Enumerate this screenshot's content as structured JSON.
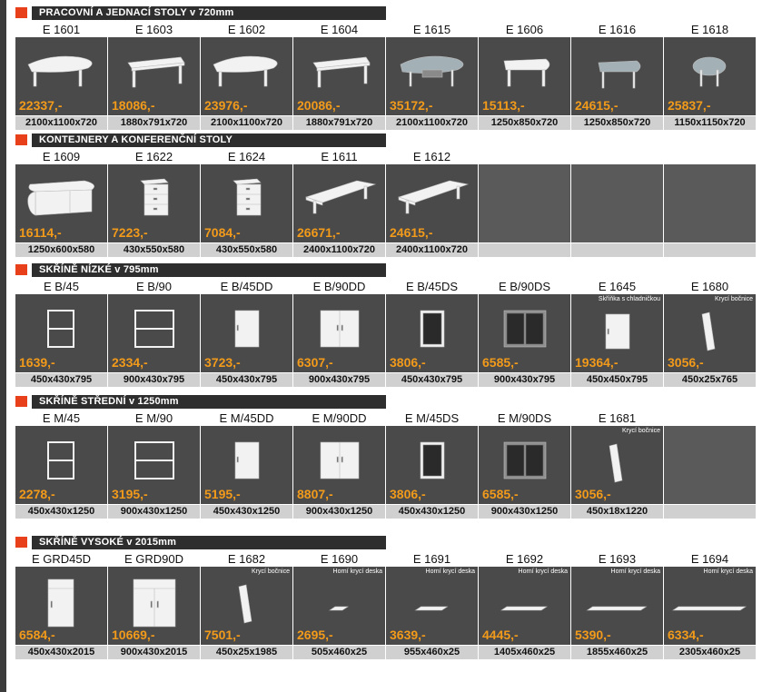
{
  "colors": {
    "accent": "#e8401a",
    "price": "#f29a1a",
    "tile": "#4a4a4a",
    "header_bar": "#2e2e2e"
  },
  "sections": [
    {
      "title": "PRACOVNÍ A JEDNACÍ STOLY v 720mm",
      "items": [
        {
          "code": "E 1601",
          "price": "22337,-",
          "dims": "2100x1100x720",
          "icon": "desk-curved-icon"
        },
        {
          "code": "E 1603",
          "price": "18086,-",
          "dims": "1880x791x720",
          "icon": "desk-icon"
        },
        {
          "code": "E 1602",
          "price": "23976,-",
          "dims": "2100x1100x720",
          "icon": "desk-curved-icon"
        },
        {
          "code": "E 1604",
          "price": "20086,-",
          "dims": "1880x791x720",
          "icon": "desk-icon"
        },
        {
          "code": "E 1615",
          "price": "35172,-",
          "dims": "2100x1100x720",
          "icon": "glass-desk-icon"
        },
        {
          "code": "E 1606",
          "price": "15113,-",
          "dims": "1250x850x720",
          "icon": "table-icon"
        },
        {
          "code": "E 1616",
          "price": "24615,-",
          "dims": "1250x850x720",
          "icon": "glass-table-icon"
        },
        {
          "code": "E 1618",
          "price": "25837,-",
          "dims": "1150x1150x720",
          "icon": "glass-round-table-icon"
        }
      ]
    },
    {
      "title": "KONTEJNERY A KONFERENČNÍ STOLY",
      "items": [
        {
          "code": "E 1609",
          "price": "16114,-",
          "dims": "1250x600x580",
          "icon": "sideboard-icon"
        },
        {
          "code": "E 1622",
          "price": "7223,-",
          "dims": "430x550x580",
          "icon": "drawer-container-icon"
        },
        {
          "code": "E 1624",
          "price": "7084,-",
          "dims": "430x550x580",
          "icon": "drawer-container-icon"
        },
        {
          "code": "E 1611",
          "price": "26671,-",
          "dims": "2400x1100x720",
          "icon": "conference-table-icon"
        },
        {
          "code": "E 1612",
          "price": "24615,-",
          "dims": "2400x1100x720",
          "icon": "conference-table-icon"
        }
      ]
    },
    {
      "title": "SKŘÍNĚ NÍZKÉ   v 795mm",
      "items": [
        {
          "code": "E B/45",
          "price": "1639,-",
          "dims": "450x430x795",
          "icon": "open-shelf-icon"
        },
        {
          "code": "E B/90",
          "price": "2334,-",
          "dims": "900x430x795",
          "icon": "open-shelf-wide-icon"
        },
        {
          "code": "E B/45DD",
          "price": "3723,-",
          "dims": "450x430x795",
          "icon": "cabinet-door-icon"
        },
        {
          "code": "E B/90DD",
          "price": "6307,-",
          "dims": "900x430x795",
          "icon": "cabinet-double-door-icon"
        },
        {
          "code": "E B/45DS",
          "price": "3806,-",
          "dims": "450x430x795",
          "icon": "glass-cabinet-icon"
        },
        {
          "code": "E B/90DS",
          "price": "6585,-",
          "dims": "900x430x795",
          "icon": "glass-cabinet-wide-icon"
        },
        {
          "code": "E 1645",
          "price": "19364,-",
          "dims": "450x450x795",
          "note": "Skříňka s chladničkou",
          "icon": "fridge-cabinet-icon"
        },
        {
          "code": "E 1680",
          "price": "3056,-",
          "dims": "450x25x765",
          "note": "Krycí bočnice",
          "icon": "side-panel-icon"
        }
      ]
    },
    {
      "title": "SKŘÍNĚ STŘEDNÍ  v 1250mm",
      "items": [
        {
          "code": "E M/45",
          "price": "2278,-",
          "dims": "450x430x1250",
          "icon": "open-shelf-icon"
        },
        {
          "code": "E M/90",
          "price": "3195,-",
          "dims": "900x430x1250",
          "icon": "open-shelf-wide-icon"
        },
        {
          "code": "E M/45DD",
          "price": "5195,-",
          "dims": "450x430x1250",
          "icon": "cabinet-door-icon"
        },
        {
          "code": "E M/90DD",
          "price": "8807,-",
          "dims": "900x430x1250",
          "icon": "cabinet-double-door-icon"
        },
        {
          "code": "E M/45DS",
          "price": "3806,-",
          "dims": "450x430x1250",
          "icon": "glass-cabinet-icon"
        },
        {
          "code": "E M/90DS",
          "price": "6585,-",
          "dims": "900x430x1250",
          "icon": "glass-cabinet-wide-icon"
        },
        {
          "code": "E 1681",
          "price": "3056,-",
          "dims": "450x18x1220",
          "note": "Krycí bočnice",
          "icon": "side-panel-icon"
        }
      ]
    },
    {
      "title": "SKŘÍNĚ VYSOKÉ  v 2015mm",
      "items": [
        {
          "code": "E GRD45D",
          "price": "6584,-",
          "dims": "450x430x2015",
          "icon": "wardrobe-icon"
        },
        {
          "code": "E GRD90D",
          "price": "10669,-",
          "dims": "900x430x2015",
          "icon": "wardrobe-wide-icon"
        },
        {
          "code": "E 1682",
          "price": "7501,-",
          "dims": "450x25x1985",
          "note": "Krycí bočnice",
          "icon": "side-panel-icon"
        },
        {
          "code": "E 1690",
          "price": "2695,-",
          "dims": "505x460x25",
          "note": "Horní krycí deska",
          "icon": "top-board-icon"
        },
        {
          "code": "E 1691",
          "price": "3639,-",
          "dims": "955x460x25",
          "note": "Horní krycí deska",
          "icon": "top-board-icon"
        },
        {
          "code": "E 1692",
          "price": "4445,-",
          "dims": "1405x460x25",
          "note": "Horní krycí deska",
          "icon": "top-board-icon"
        },
        {
          "code": "E 1693",
          "price": "5390,-",
          "dims": "1855x460x25",
          "note": "Horní krycí deska",
          "icon": "top-board-icon"
        },
        {
          "code": "E 1694",
          "price": "6334,-",
          "dims": "2305x460x25",
          "note": "Horní krycí deska",
          "icon": "top-board-icon"
        }
      ]
    }
  ]
}
